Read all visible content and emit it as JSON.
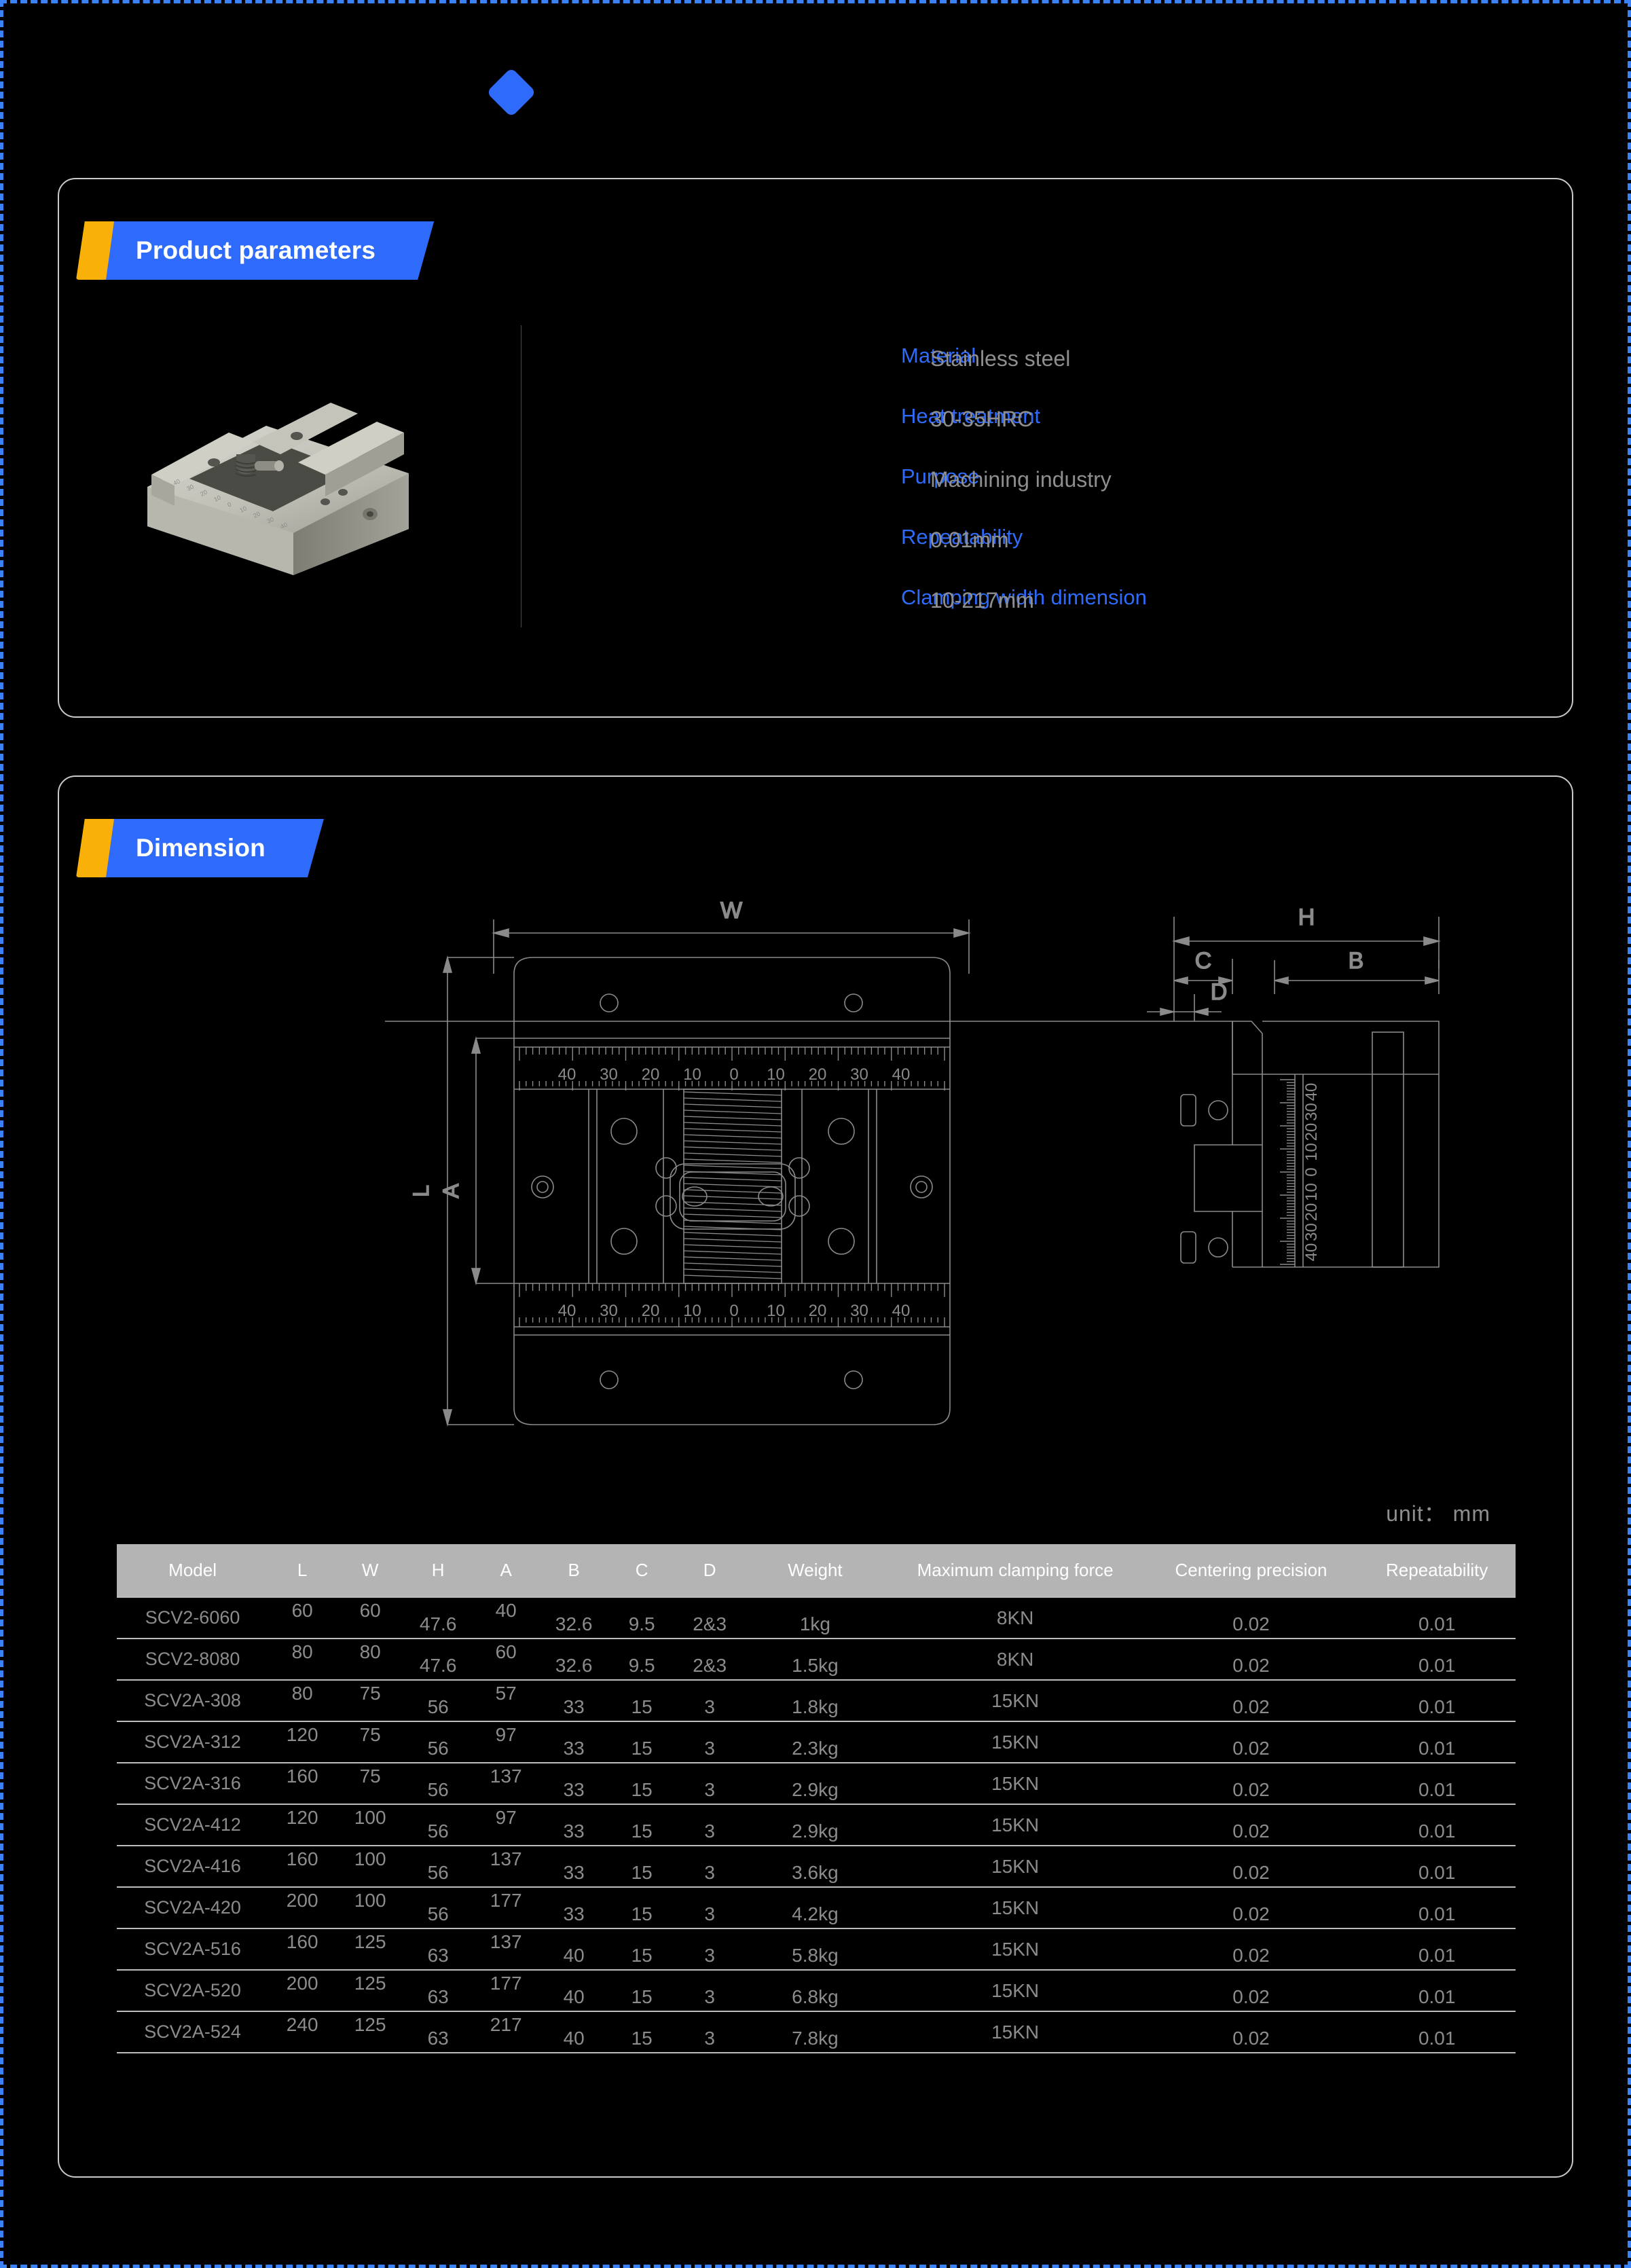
{
  "page": {
    "accent_blue": "#2f6bfa",
    "accent_orange": "#f9b10a",
    "background": "#000000",
    "border": "#3b82f6"
  },
  "sections": {
    "parameters": {
      "title": "Product parameters"
    },
    "dimension": {
      "title": "Dimension",
      "unit_note": "unit： mm"
    }
  },
  "product_parameters": [
    {
      "label": "Material",
      "value": "Stainless steel"
    },
    {
      "label": "Heat treatment",
      "value": "30-35HRC"
    },
    {
      "label": "Purpose",
      "value": "Machining industry"
    },
    {
      "label": "Repeatability",
      "value": "0.01mm"
    },
    {
      "label": "Clamping width dimension",
      "value": "10-217mm"
    }
  ],
  "drawing": {
    "front_view": {
      "dim_top": "W",
      "dim_left_outer": "L",
      "dim_left_inner": "A",
      "scale_ticks": [
        "40",
        "30",
        "20",
        "10",
        "0",
        "10",
        "20",
        "30",
        "40"
      ]
    },
    "side_view": {
      "dim_top": "H",
      "dim_c": "C",
      "dim_b": "B",
      "dim_d": "D",
      "scale_ticks": [
        "40",
        "30",
        "20",
        "10",
        "0",
        "10",
        "20",
        "30",
        "40"
      ]
    }
  },
  "spec_table": {
    "columns": [
      "Model",
      "L",
      "W",
      "H",
      "A",
      "B",
      "C",
      "D",
      "Weight",
      "Maximum clamping force",
      "Centering precision",
      "Repeatability"
    ],
    "rows": [
      [
        "SCV2-6060",
        "60",
        "60",
        "47.6",
        "40",
        "32.6",
        "9.5",
        "2&3",
        "1kg",
        "8KN",
        "0.02",
        "0.01"
      ],
      [
        "SCV2-8080",
        "80",
        "80",
        "47.6",
        "60",
        "32.6",
        "9.5",
        "2&3",
        "1.5kg",
        "8KN",
        "0.02",
        "0.01"
      ],
      [
        "SCV2A-308",
        "80",
        "75",
        "56",
        "57",
        "33",
        "15",
        "3",
        "1.8kg",
        "15KN",
        "0.02",
        "0.01"
      ],
      [
        "SCV2A-312",
        "120",
        "75",
        "56",
        "97",
        "33",
        "15",
        "3",
        "2.3kg",
        "15KN",
        "0.02",
        "0.01"
      ],
      [
        "SCV2A-316",
        "160",
        "75",
        "56",
        "137",
        "33",
        "15",
        "3",
        "2.9kg",
        "15KN",
        "0.02",
        "0.01"
      ],
      [
        "SCV2A-412",
        "120",
        "100",
        "56",
        "97",
        "33",
        "15",
        "3",
        "2.9kg",
        "15KN",
        "0.02",
        "0.01"
      ],
      [
        "SCV2A-416",
        "160",
        "100",
        "56",
        "137",
        "33",
        "15",
        "3",
        "3.6kg",
        "15KN",
        "0.02",
        "0.01"
      ],
      [
        "SCV2A-420",
        "200",
        "100",
        "56",
        "177",
        "33",
        "15",
        "3",
        "4.2kg",
        "15KN",
        "0.02",
        "0.01"
      ],
      [
        "SCV2A-516",
        "160",
        "125",
        "63",
        "137",
        "40",
        "15",
        "3",
        "5.8kg",
        "15KN",
        "0.02",
        "0.01"
      ],
      [
        "SCV2A-520",
        "200",
        "125",
        "63",
        "177",
        "40",
        "15",
        "3",
        "6.8kg",
        "15KN",
        "0.02",
        "0.01"
      ],
      [
        "SCV2A-524",
        "240",
        "125",
        "63",
        "217",
        "40",
        "15",
        "3",
        "7.8kg",
        "15KN",
        "0.02",
        "0.01"
      ]
    ]
  }
}
